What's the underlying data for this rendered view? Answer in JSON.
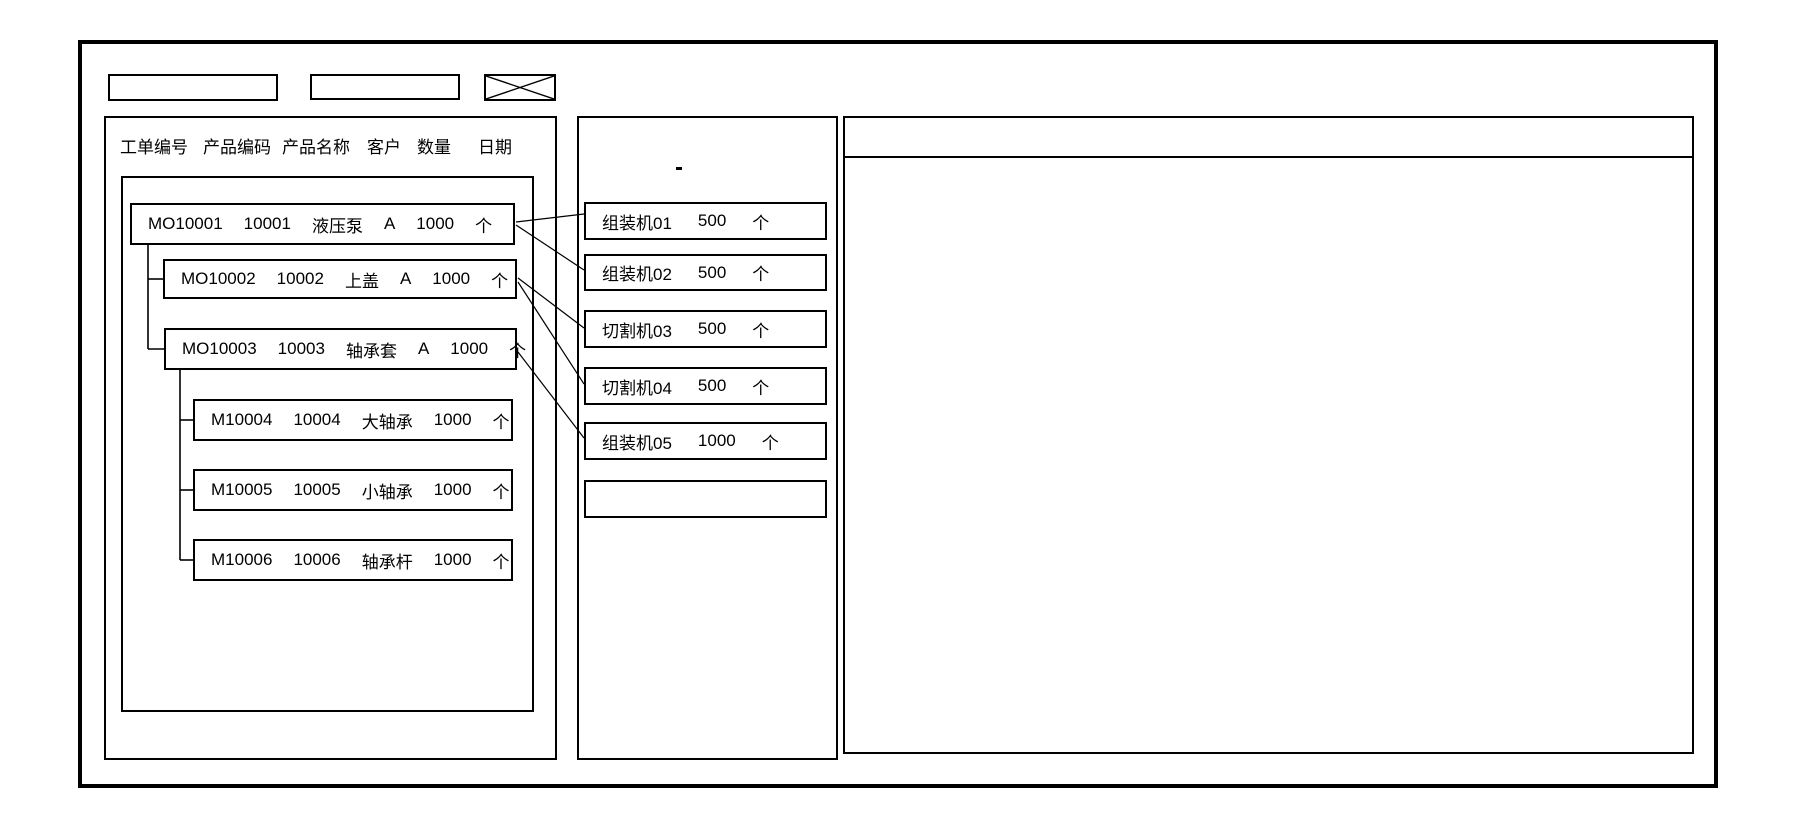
{
  "columns": [
    "工单编号",
    "产品编码",
    "产品名称",
    "客户",
    "数量",
    "日期"
  ],
  "work_orders": [
    {
      "order_no": "MO10001",
      "product_code": "10001",
      "product_name": "液压泵",
      "customer": "A",
      "qty": "1000",
      "unit": "个",
      "parent": null
    },
    {
      "order_no": "MO10002",
      "product_code": "10002",
      "product_name": "上盖",
      "customer": "A",
      "qty": "1000",
      "unit": "个",
      "parent": "MO10001"
    },
    {
      "order_no": "MO10003",
      "product_code": "10003",
      "product_name": "轴承套",
      "customer": "A",
      "qty": "1000",
      "unit": "个",
      "parent": "MO10001"
    },
    {
      "order_no": "M10004",
      "product_code": "10004",
      "product_name": "大轴承",
      "customer": "",
      "qty": "1000",
      "unit": "个",
      "parent": "MO10003"
    },
    {
      "order_no": "M10005",
      "product_code": "10005",
      "product_name": "小轴承",
      "customer": "",
      "qty": "1000",
      "unit": "个",
      "parent": "MO10003"
    },
    {
      "order_no": "M10006",
      "product_code": "10006",
      "product_name": "轴承杆",
      "customer": "",
      "qty": "1000",
      "unit": "个",
      "parent": "MO10003"
    }
  ],
  "machines": [
    {
      "name": "组装机01",
      "qty": "500",
      "unit": "个"
    },
    {
      "name": "组装机02",
      "qty": "500",
      "unit": "个"
    },
    {
      "name": "切割机03",
      "qty": "500",
      "unit": "个"
    },
    {
      "name": "切割机04",
      "qty": "500",
      "unit": "个"
    },
    {
      "name": "组装机05",
      "qty": "1000",
      "unit": "个"
    },
    {
      "name": "",
      "qty": "",
      "unit": ""
    }
  ],
  "links": [
    {
      "order": "MO10001",
      "machine": "组装机01"
    },
    {
      "order": "MO10001",
      "machine": "组装机02"
    },
    {
      "order": "MO10002",
      "machine": "切割机03"
    },
    {
      "order": "MO10002",
      "machine": "切割机04"
    },
    {
      "order": "MO10003",
      "machine": "组装机05"
    }
  ],
  "colors": {
    "stroke": "#000000",
    "background": "#ffffff"
  }
}
